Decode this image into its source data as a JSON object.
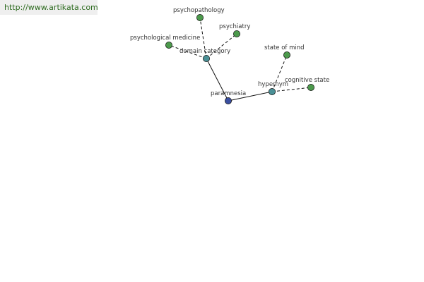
{
  "watermark": {
    "text": "http://www.artikata.com"
  },
  "colors": {
    "root": "#3a4fa0",
    "relation": "#4a9096",
    "leaf": "#4c9a4c",
    "watermark_text": "#2d6b1f"
  },
  "nodes": [
    {
      "id": "paramnesia",
      "label": "paramnesia",
      "kind": "root"
    },
    {
      "id": "domain-category",
      "label": "domain category",
      "kind": "relation"
    },
    {
      "id": "hypernym",
      "label": "hypernym",
      "kind": "relation"
    },
    {
      "id": "psychopathology",
      "label": "psychopathology",
      "kind": "leaf"
    },
    {
      "id": "psychiatry",
      "label": "psychiatry",
      "kind": "leaf"
    },
    {
      "id": "psychological-medicine",
      "label": "psychological medicine",
      "kind": "leaf"
    },
    {
      "id": "state-of-mind",
      "label": "state of mind",
      "kind": "leaf"
    },
    {
      "id": "cognitive-state",
      "label": "cognitive state",
      "kind": "leaf"
    }
  ],
  "edges": [
    {
      "from": "paramnesia",
      "to": "domain-category",
      "style": "solid"
    },
    {
      "from": "paramnesia",
      "to": "hypernym",
      "style": "solid"
    },
    {
      "from": "domain-category",
      "to": "psychopathology",
      "style": "dashed"
    },
    {
      "from": "domain-category",
      "to": "psychiatry",
      "style": "dashed"
    },
    {
      "from": "domain-category",
      "to": "psychological-medicine",
      "style": "dashed"
    },
    {
      "from": "hypernym",
      "to": "state-of-mind",
      "style": "dashed"
    },
    {
      "from": "hypernym",
      "to": "cognitive-state",
      "style": "dashed"
    }
  ]
}
